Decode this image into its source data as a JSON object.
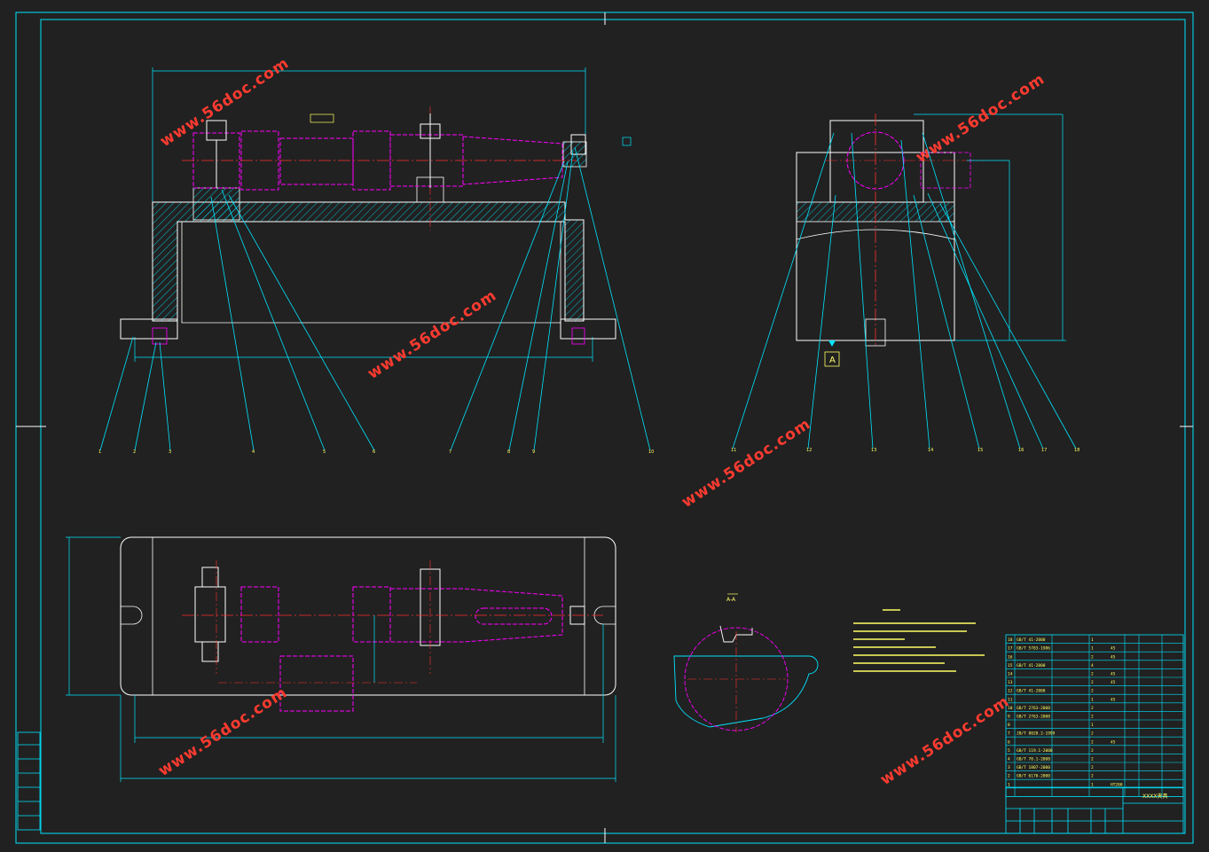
{
  "watermarks": [
    "www.56doc.com",
    "www.56doc.com",
    "www.56doc.com",
    "www.56doc.com",
    "www.56doc.com",
    "www.56doc.com"
  ],
  "view_label": "A",
  "section_label": "A-A",
  "balloons_front": [
    "1",
    "2",
    "3",
    "4",
    "5",
    "6",
    "7",
    "8",
    "9",
    "10"
  ],
  "balloons_side": [
    "11",
    "12",
    "13",
    "14",
    "15",
    "16",
    "17",
    "18"
  ],
  "title_block": {
    "drawing_name": "XXXX夹具",
    "material": "HT200"
  },
  "bom_rows": [
    {
      "no": "18",
      "std": "GB/T 41-2000",
      "name": "",
      "qty": "1",
      "mat": ""
    },
    {
      "no": "17",
      "std": "GB/T 5783-1986",
      "name": "",
      "qty": "1",
      "mat": "45"
    },
    {
      "no": "16",
      "std": "",
      "name": "",
      "qty": "2",
      "mat": "45"
    },
    {
      "no": "15",
      "std": "GB/T 41-2000",
      "name": "",
      "qty": "4",
      "mat": ""
    },
    {
      "no": "14",
      "std": "",
      "name": "",
      "qty": "2",
      "mat": "45"
    },
    {
      "no": "13",
      "std": "",
      "name": "",
      "qty": "2",
      "mat": "45"
    },
    {
      "no": "12",
      "std": "GB/T 41-2000",
      "name": "",
      "qty": "2",
      "mat": ""
    },
    {
      "no": "11",
      "std": "",
      "name": "",
      "qty": "1",
      "mat": "45"
    },
    {
      "no": "10",
      "std": "GB/T 2763-2008",
      "name": "",
      "qty": "2",
      "mat": ""
    },
    {
      "no": "9",
      "std": "GB/T 2763-2008",
      "name": "",
      "qty": "2",
      "mat": ""
    },
    {
      "no": "8",
      "std": "",
      "name": "",
      "qty": "1",
      "mat": ""
    },
    {
      "no": "7",
      "std": "JB/T 8020.2-1999",
      "name": "",
      "qty": "2",
      "mat": ""
    },
    {
      "no": "6",
      "std": "",
      "name": "",
      "qty": "2",
      "mat": "45"
    },
    {
      "no": "5",
      "std": "GB/T 119.1-2000",
      "name": "",
      "qty": "2",
      "mat": ""
    },
    {
      "no": "4",
      "std": "GB/T 70.1-2008",
      "name": "",
      "qty": "2",
      "mat": ""
    },
    {
      "no": "3",
      "std": "GB/T 1807-2000",
      "name": "",
      "qty": "2",
      "mat": ""
    },
    {
      "no": "2",
      "std": "GB/T 6170-2000",
      "name": "",
      "qty": "2",
      "mat": ""
    },
    {
      "no": "1",
      "std": "",
      "name": "",
      "qty": "1",
      "mat": "HT200"
    }
  ],
  "colors": {
    "background": "#212121",
    "frame": "#00e5ff",
    "part": "#ff00ff",
    "outline": "#ffffff",
    "text": "#ffff66",
    "center": "#ff3030",
    "watermark": "#ff3b30"
  }
}
